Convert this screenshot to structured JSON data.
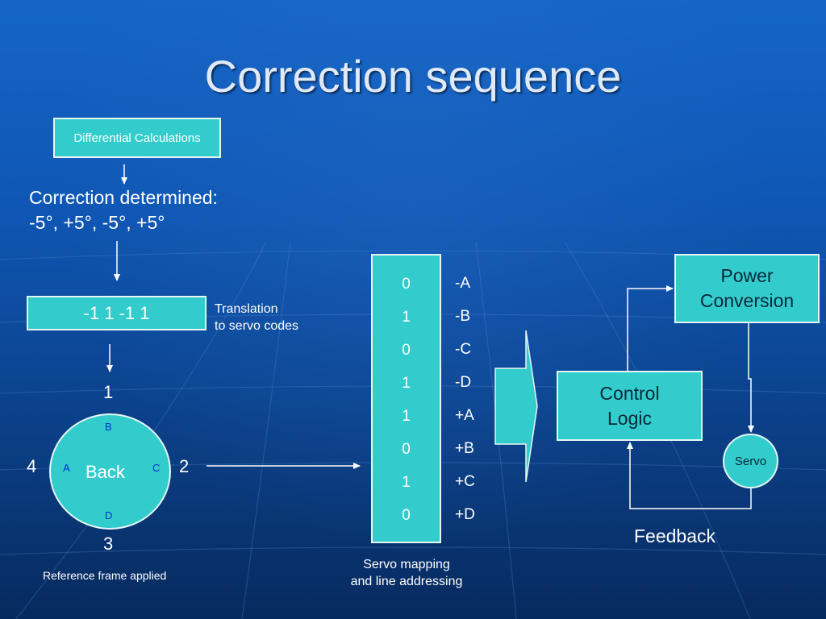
{
  "slide": {
    "title": "Correction sequence",
    "differential_box": "Differential Calculations",
    "correction": {
      "line1": "Correction determined:",
      "line2": "-5°, +5°, -5°, +5°"
    },
    "servo_codes_box": "-1 1 -1 1",
    "translation": {
      "line1": "Translation",
      "line2": "to servo codes"
    },
    "wheel": {
      "label": "Back",
      "position_numbers": [
        "1",
        "2",
        "3",
        "4"
      ],
      "letters": {
        "top": "B",
        "right": "C",
        "bottom": "D",
        "left": "A"
      }
    },
    "reference_caption": "Reference frame applied",
    "mapping": {
      "bits": [
        "0",
        "1",
        "0",
        "1",
        "1",
        "0",
        "1",
        "0"
      ],
      "directions": [
        "-A",
        "-B",
        "-C",
        "-D",
        "+A",
        "+B",
        "+C",
        "+D"
      ],
      "caption_line1": "Servo mapping",
      "caption_line2": "and line addressing"
    },
    "power_conversion": {
      "line1": "Power",
      "line2": "Conversion"
    },
    "control_logic": {
      "line1": "Control",
      "line2": "Logic"
    },
    "servo": "Servo",
    "feedback": "Feedback"
  },
  "colors": {
    "background_top": "#1565c7",
    "background_bottom": "#072a5e",
    "box_fill": "#33cccc",
    "box_border": "#e6f6f6",
    "wheel_letters": "#0033cc",
    "title_text": "#dfe9f7"
  },
  "icons": [
    "arrow-down-icon",
    "arrow-right-icon",
    "block-arrow-right-icon"
  ]
}
